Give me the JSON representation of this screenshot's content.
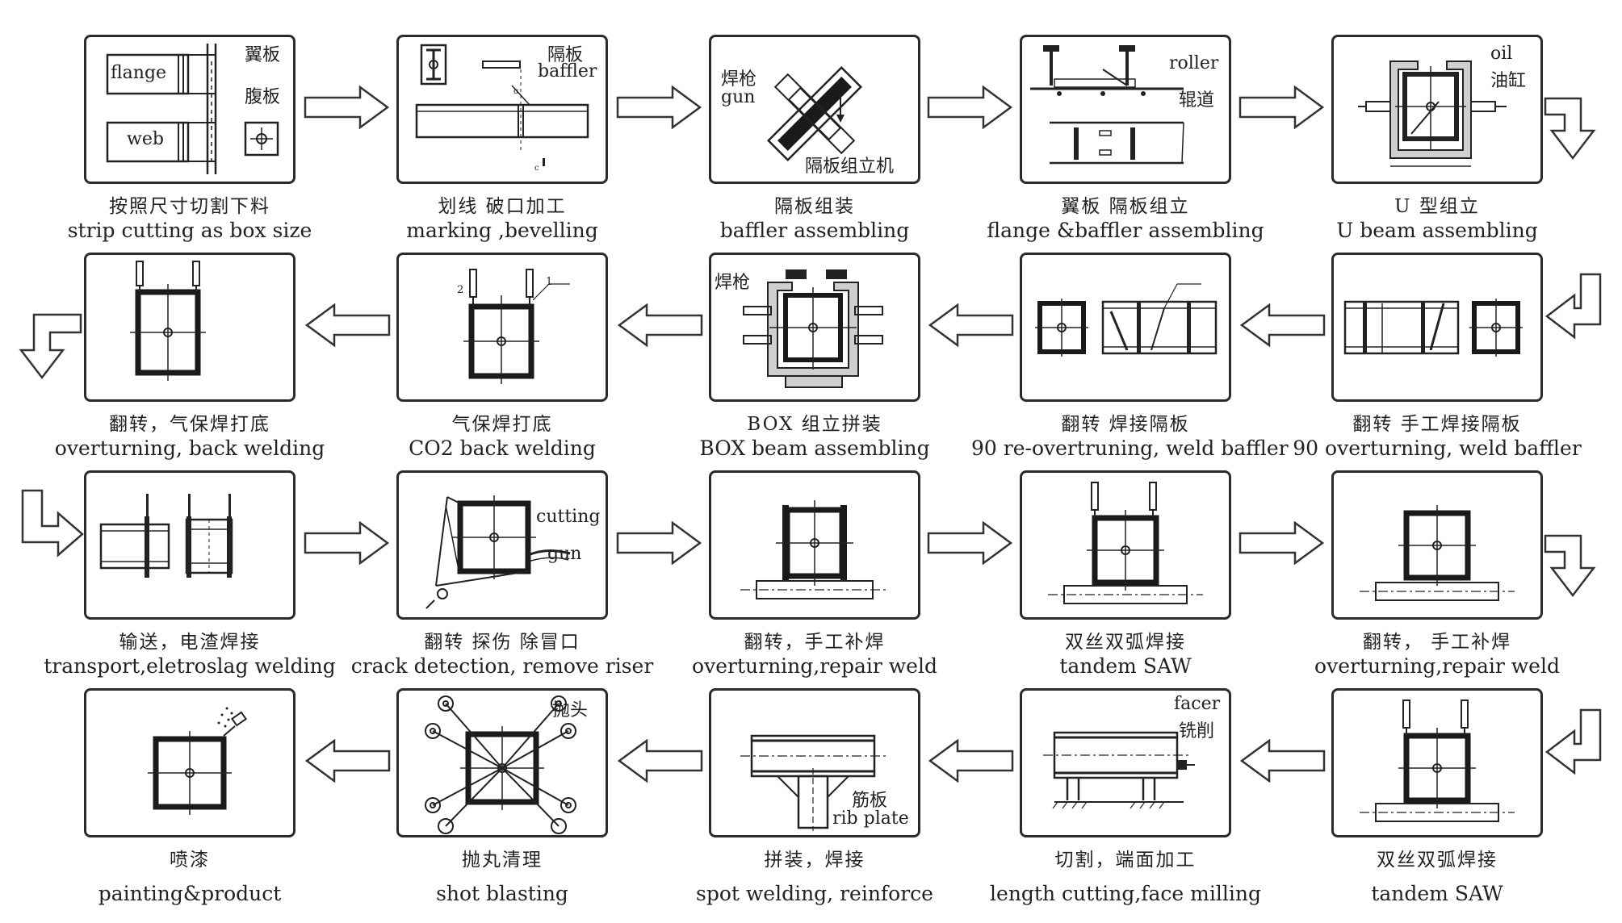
{
  "rows": [
    [
      {
        "cn": "按照尺寸切割下料",
        "en": "strip cutting as box size",
        "labels": [
          "翼板",
          "flange",
          "腹板",
          "web"
        ]
      },
      {
        "cn": "划线  破口加工",
        "en": "marking ,bevelling",
        "labels": [
          "隔板",
          "baffler"
        ]
      },
      {
        "cn": "隔板组装",
        "en": "baffler assembling",
        "labels": [
          "焊枪",
          "gun",
          "隔板组立机"
        ]
      },
      {
        "cn": "翼板  隔板组立",
        "en": "flange &baffler assembling",
        "labels": [
          "roller",
          "辊道"
        ]
      },
      {
        "cn": "U  型组立",
        "en": "U beam assembling",
        "labels": [
          "oil",
          "油缸"
        ]
      }
    ],
    [
      {
        "cn": "翻转，气保焊打底",
        "en": "overturning, back welding",
        "labels": []
      },
      {
        "cn": "气保焊打底",
        "en": "CO2 back welding",
        "labels": [
          "2",
          "1"
        ]
      },
      {
        "cn": "BOX  组立拼装",
        "en": "BOX beam assembling",
        "labels": [
          "焊枪"
        ]
      },
      {
        "cn": "翻转  焊接隔板",
        "en": "90 re-overtruning, weld baffler",
        "labels": []
      },
      {
        "cn": "翻转  手工焊接隔板",
        "en": "90 overturning, weld baffler",
        "labels": []
      }
    ],
    [
      {
        "cn": "输送，电渣焊接",
        "en": "transport,eletroslag welding",
        "labels": []
      },
      {
        "cn": "翻转  探伤  除冒口",
        "en": "crack detection, remove riser",
        "labels": [
          "cutting",
          "gun"
        ]
      },
      {
        "cn": "翻转，手工补焊",
        "en": "overturning,repair weld",
        "labels": []
      },
      {
        "cn": "双丝双弧焊接",
        "en": "tandem SAW",
        "labels": []
      },
      {
        "cn": "翻转，  手工补焊",
        "en": "overturning,repair weld",
        "labels": []
      }
    ],
    [
      {
        "cn": "喷漆",
        "en": "painting&product",
        "labels": []
      },
      {
        "cn": "抛丸清理",
        "en": "shot blasting",
        "labels": [
          "抛头"
        ]
      },
      {
        "cn": "拼装，焊接",
        "en": "spot welding, reinforce",
        "labels": [
          "筋板",
          "rib plate"
        ]
      },
      {
        "cn": "切割，端面加工",
        "en": "length cutting,face milling",
        "labels": [
          "facer",
          "铣削"
        ]
      },
      {
        "cn": "双丝双弧焊接",
        "en": "tandem SAW",
        "labels": []
      }
    ]
  ],
  "colors": {
    "line": "#2b2b2b",
    "fill": "#1a1a1a"
  }
}
